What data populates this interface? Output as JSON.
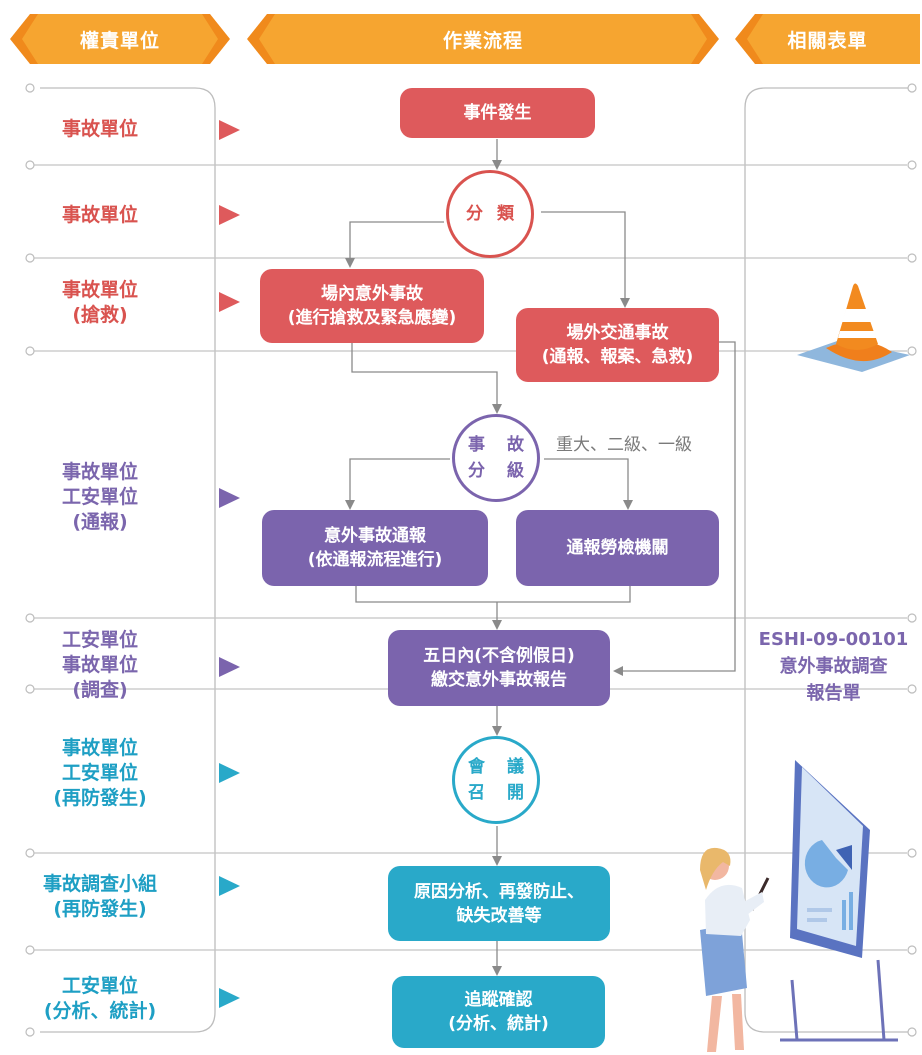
{
  "headers": {
    "left": "權責單位",
    "center": "作業流程",
    "right": "相關表單"
  },
  "roles": [
    {
      "lines": [
        "事故單位"
      ]
    },
    {
      "lines": [
        "事故單位"
      ]
    },
    {
      "lines": [
        "事故單位",
        "(搶救)"
      ]
    },
    {
      "lines": [
        "事故單位",
        "工安單位",
        "(通報)"
      ]
    },
    {
      "lines": [
        "工安單位",
        "事故單位",
        "(調查)"
      ]
    },
    {
      "lines": [
        "事故單位",
        "工安單位",
        "(再防發生)"
      ]
    },
    {
      "lines": [
        "事故調查小組",
        "(再防發生)"
      ]
    },
    {
      "lines": [
        "工安單位",
        "(分析、統計)"
      ]
    }
  ],
  "flow": {
    "start": "事件發生",
    "classify": [
      "分",
      "類"
    ],
    "onsite": [
      "場內意外事故",
      "(進行搶救及緊急應變)"
    ],
    "offsite": [
      "場外交通事故",
      "(通報、報案、急救)"
    ],
    "grade": [
      "事 故",
      "分 級"
    ],
    "grade_note": "重大、二級、一級",
    "notify": [
      "意外事故通報",
      "(依通報流程進行)"
    ],
    "inspect": "通報勞檢機關",
    "report": [
      "五日內(不含例假日)",
      "繳交意外事故報告"
    ],
    "meeting": [
      "會 議",
      "召 開"
    ],
    "analysis": [
      "原因分析、再發防止、",
      "缺失改善等"
    ],
    "tracking": [
      "追蹤確認",
      "(分析、統計)"
    ]
  },
  "form": {
    "code": "ESHI-09-00101",
    "name_line1": "意外事故調查",
    "name_line2": "報告單"
  },
  "colors": {
    "header_orange": "#f6a530",
    "header_edge": "#f08a1c",
    "red": "#de5a5c",
    "purple": "#7b64ad",
    "teal": "#29a9c9",
    "line": "#9b9b9b"
  }
}
